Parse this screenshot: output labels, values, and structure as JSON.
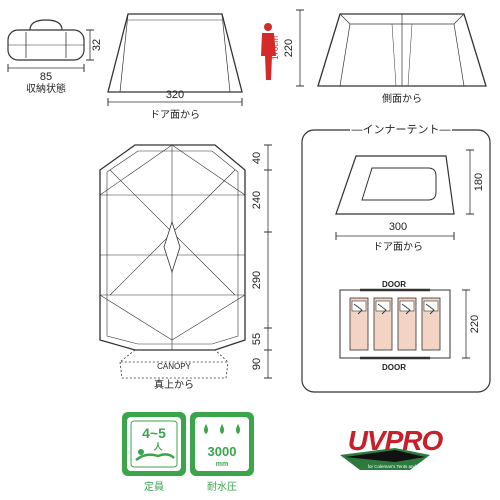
{
  "bag": {
    "width": "85",
    "height": "32",
    "label": "収納状態"
  },
  "person": {
    "height_label": "170cm"
  },
  "front_view": {
    "width": "320",
    "height": "220",
    "label": "ドア面から"
  },
  "side_view": {
    "label": "側面から"
  },
  "top_view": {
    "label": "真上から",
    "canopy": "CANOPY",
    "segments": [
      "40",
      "240",
      "290",
      "55",
      "90"
    ]
  },
  "inner_tent": {
    "title": "インナーテント",
    "width": "300",
    "height": "180",
    "front_label": "ドア面から",
    "door_top": "DOOR",
    "door_bottom": "DOOR",
    "floor_depth": "220"
  },
  "badges": {
    "capacity": {
      "value": "4~5",
      "unit": "人",
      "label": "定員"
    },
    "water": {
      "value": "3000",
      "unit": "mm",
      "label": "耐水圧"
    }
  },
  "uvpro": {
    "logo": "UVPRO",
    "tagline": "for Coleman's Tents and Tarps"
  },
  "colors": {
    "green": "#3aa54a",
    "red": "#d42a2a",
    "mat": "#f3d3c3",
    "logo_red": "#c8202a",
    "line": "#333333"
  }
}
